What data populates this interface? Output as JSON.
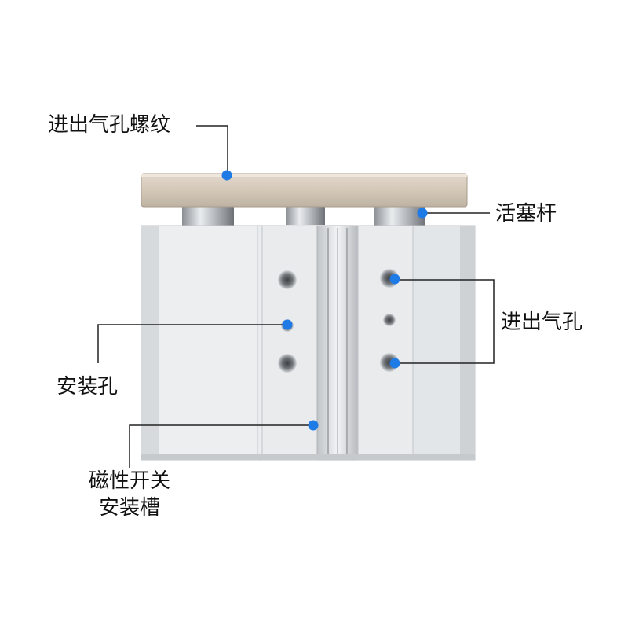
{
  "labels": {
    "port_thread": "进出气孔螺纹",
    "piston_rod": "活塞杆",
    "air_ports": "进出气孔",
    "mounting_holes": "安装孔",
    "switch_slot_line1": "磁性开关",
    "switch_slot_line2": "安装槽"
  },
  "colors": {
    "callout_dot": "#1e7be6",
    "callout_line": "#222222",
    "plate": "#d6cbbd",
    "body": "#e4e7ea"
  }
}
